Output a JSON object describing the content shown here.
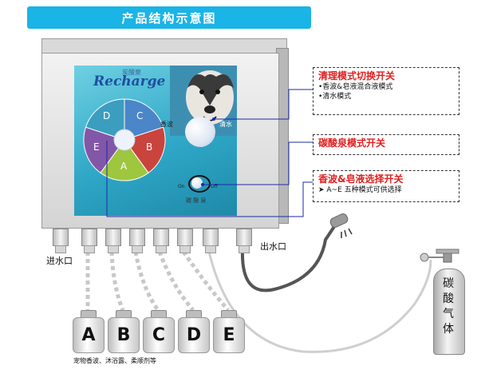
{
  "title": "产品结构示意图",
  "panel": {
    "brand_cn": "炭酸泉",
    "brand": "Recharge",
    "label_left": "香波",
    "label_right": "清水",
    "switch_on": "On",
    "switch_off": "Off",
    "bottom_label": "碳 酸 泉"
  },
  "wheel": {
    "segments": [
      {
        "label": "C",
        "color": "#4a86c8"
      },
      {
        "label": "B",
        "color": "#c9443c"
      },
      {
        "label": "A",
        "color": "#9ec63f"
      },
      {
        "label": "E",
        "color": "#8257a8"
      },
      {
        "label": "D",
        "color": "#3b9ebf"
      }
    ]
  },
  "callouts": [
    {
      "head": "清理模式切换开关",
      "lines": [
        "•香波&皂液混合液模式",
        "•清水模式"
      ]
    },
    {
      "head": "碳酸泉模式开关",
      "lines": []
    },
    {
      "head": "香波&皂液选择开关",
      "lines": [
        "➤ A~E 五种模式可供选择"
      ]
    }
  ],
  "labels": {
    "inlet": "进水口",
    "outlet": "出水口",
    "bottle_caption": "宠物香波、沐浴露、柔顺剂等"
  },
  "bottles": [
    "A",
    "B",
    "C",
    "D",
    "E"
  ],
  "gas_cylinder": "碳酸气体"
}
